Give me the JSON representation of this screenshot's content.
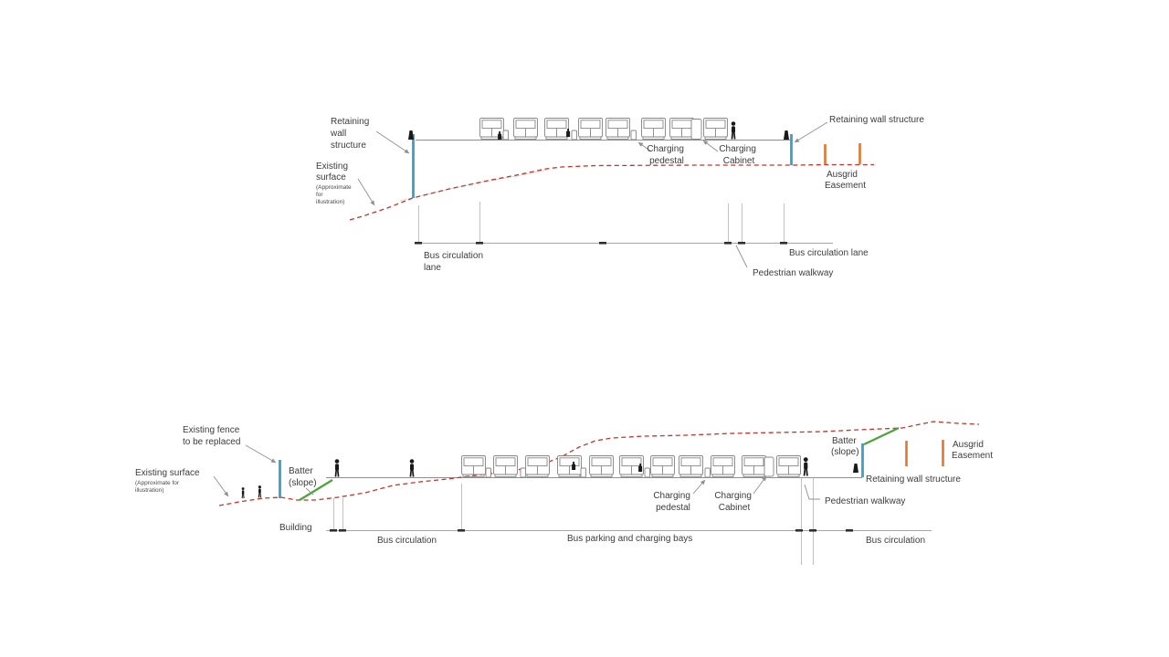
{
  "colors": {
    "existing_surface_red": "#c2342c",
    "retaining_wall_blue": "#3d9fc6",
    "batter_green": "#4ba339",
    "ausgrid_orange": "#e2762f"
  },
  "icons": {
    "bus": "bus-front-outline",
    "person": "person-silhouette",
    "charging_pedestal": "small-cabinet-outline",
    "charging_cabinet": "tall-cabinet-outline",
    "wall_post": "black-post-marker",
    "charging_plug": "black-plug-marker"
  },
  "top_section": {
    "retaining_wall_left": [
      "Retaining",
      "wall",
      "structure"
    ],
    "existing_surface": [
      "Existing",
      "surface"
    ],
    "existing_surface_note": [
      "(Approximate",
      "for",
      "illustration)"
    ],
    "charging_pedestal": [
      "Charging",
      "pedestal"
    ],
    "charging_cabinet": [
      "Charging",
      "Cabinet"
    ],
    "retaining_wall_right": "Retaining wall structure",
    "ausgrid_easement": [
      "Ausgrid",
      "Easement"
    ],
    "bus_circulation_lane_left": [
      "Bus circulation",
      "lane"
    ],
    "pedestrian_walkway": "Pedestrian walkway",
    "bus_circulation_lane_right": "Bus circulation lane"
  },
  "bottom_section": {
    "existing_fence": [
      "Existing fence",
      "to be replaced"
    ],
    "existing_surface": "Existing surface",
    "existing_surface_note": [
      "(Approximate for",
      "illustration)"
    ],
    "batter_left": [
      "Batter",
      "(slope)"
    ],
    "building": "Building",
    "charging_pedestal": [
      "Charging",
      "pedestal"
    ],
    "charging_cabinet": [
      "Charging",
      "Cabinet"
    ],
    "pedestrian_walkway": "Pedestrian walkway",
    "batter_right": [
      "Batter",
      "(slope)"
    ],
    "retaining_wall": "Retaining wall structure",
    "ausgrid_easement": [
      "Ausgrid",
      "Easement"
    ],
    "bus_circulation_left": "Bus circulation",
    "bus_parking_charging": "Bus parking and charging bays",
    "bus_circulation_right": "Bus circulation"
  }
}
